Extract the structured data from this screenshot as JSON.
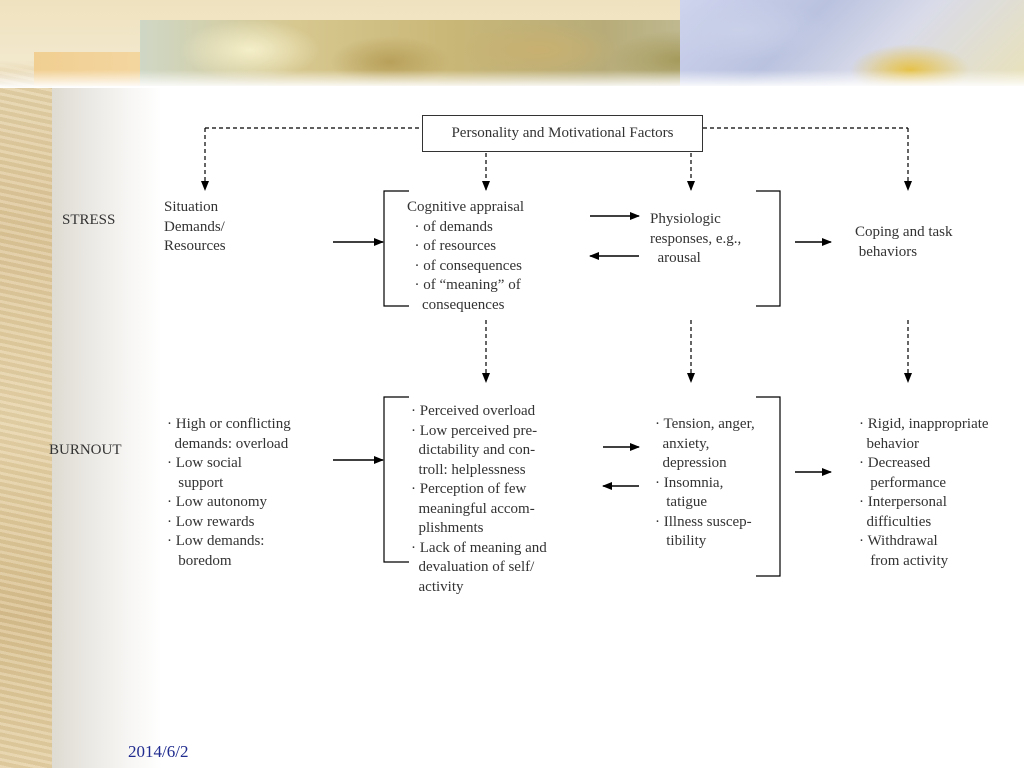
{
  "header": {
    "factor_box": "Personality and Motivational Factors"
  },
  "rows": {
    "stress": {
      "label": "STRESS",
      "situation": "Situation\nDemands/\nResources",
      "cognitive": "Cognitive appraisal\n  · of demands\n  · of resources\n  · of consequences\n  · of “meaning” of\n    consequences",
      "physiologic": "Physiologic\nresponses, e.g.,\n  arousal",
      "coping": "Coping and task\n behaviors"
    },
    "burnout": {
      "label": "BURNOUT",
      "situation": "· High or conflicting\n  demands: overload\n· Low social\n   support\n· Low autonomy\n· Low rewards\n· Low demands:\n   boredom",
      "cognitive": "· Perceived overload\n· Low perceived pre-\n  dictability and con-\n  troll: helplessness\n· Perception of few\n  meaningful accom-\n  plishments\n· Lack of meaning and\n  devaluation of self/\n  activity",
      "physiologic": "· Tension, anger,\n  anxiety,\n  depression\n· Insomnia,\n   tatigue\n· Illness suscep-\n   tibility",
      "coping": "· Rigid, inappropriate\n  behavior\n· Decreased\n   performance\n· Interpersonal\n  difficulties\n· Withdrawal\n   from activity"
    }
  },
  "footer": {
    "date": "2014/6/2"
  },
  "colors": {
    "text": "#333333",
    "line": "#000000",
    "date": "#1f2b8e"
  }
}
